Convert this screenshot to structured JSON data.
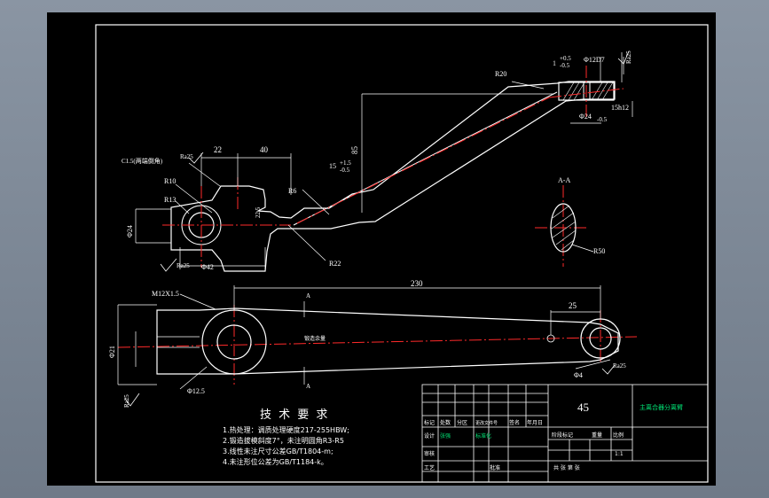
{
  "dims": {
    "d22": "22",
    "d40": "40",
    "d85": "85",
    "d230": "230",
    "d25": "25",
    "tol_top_a": "1",
    "tol_top_b": "0.5",
    "tol_top_c": "+0.5",
    "tol_top_d": "-0.5",
    "phi12_top": "Φ12D7",
    "phi24": "Φ24",
    "tol_phi24": "-0.5",
    "dim_15": "15h12",
    "r20": "R20",
    "r6": "R6",
    "r22": "R22",
    "r10": "R10",
    "r13": "R13",
    "c15": "C1.5(两端倒角)",
    "phi42": "Φ42",
    "phi24_left": "Φ24",
    "m12": "M12X1.5",
    "phi21": "Φ21",
    "phi12_5": "Φ12.5",
    "phi4": "Φ4",
    "r50": "R50",
    "dim_f1": "15",
    "tol_f1a": "+1.5",
    "tol_f1b": "-0.5",
    "dim_22_5": "22.5"
  },
  "roughness": {
    "ra25_a": "Ra25",
    "ra25_b": "Ra25",
    "ra25_c": "Ra25",
    "ra25_d": "Ra25",
    "ra25_e": "Ra25"
  },
  "section": {
    "label": "A-A",
    "arrow_a": "A",
    "arrow_b": "A",
    "center_text": "锻造余量"
  },
  "tech": {
    "title": "技 术 要 求",
    "items": [
      "1.热处理：调质处理硬度217-255HBW;",
      "2.锻造拔模斜度7°，未注明圆角R3-R5",
      "3.线性未注尺寸公差GB/T1804-m;",
      "4.未注形位公差为GB/T1184-k。"
    ]
  },
  "titleblock": {
    "material": "45",
    "drawing_name": "主离合器分离臂",
    "row_mark": "标记",
    "row_count": "处数",
    "row_zone": "分区",
    "row_doc": "更改文件号",
    "row_sign": "签名",
    "row_date": "年月日",
    "designer": "设计",
    "designer_name": "张强",
    "std": "标准化",
    "check": "审核",
    "process": "工艺",
    "approve": "批准",
    "stage": "阶段标记",
    "weight": "重量",
    "scale": "比例",
    "scale_val": "1:1",
    "sheets": "共  张  第  张"
  }
}
